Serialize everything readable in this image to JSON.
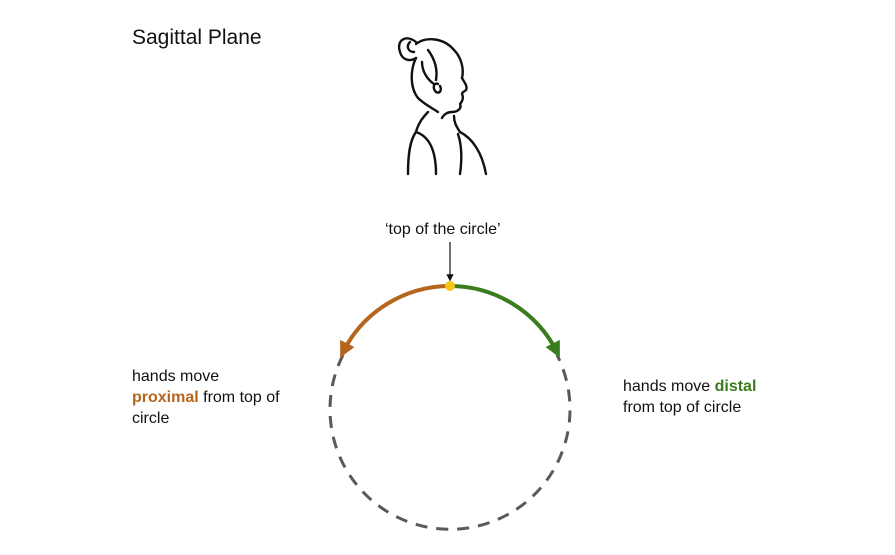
{
  "title": "Sagittal Plane",
  "top_label": "‘top of the circle’",
  "left_note": {
    "before": "hands move ",
    "keyword": "proximal",
    "after": " from top of circle"
  },
  "right_note": {
    "before": "hands move ",
    "keyword": "distal",
    "after": " from top of circle"
  },
  "colors": {
    "proximal": "#b5651d",
    "distal": "#3a7d1e",
    "dot": "#f5c518",
    "circle": "#595959"
  }
}
